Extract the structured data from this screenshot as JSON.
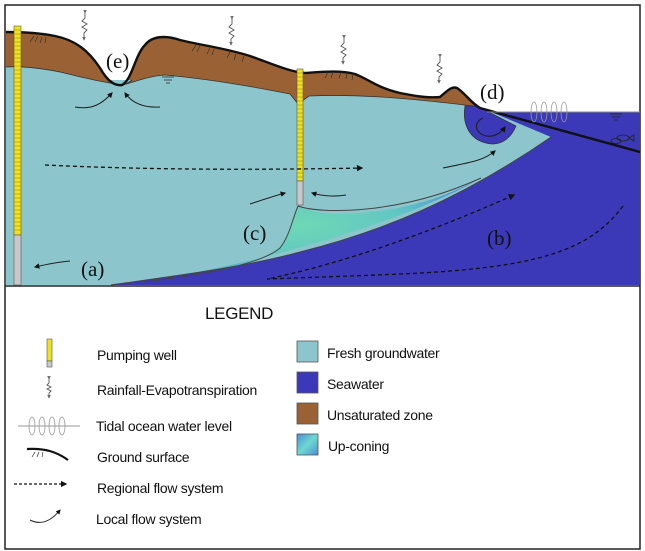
{
  "diagram": {
    "labels": {
      "a": "(a)",
      "b": "(b)",
      "c": "(c)",
      "d": "(d)",
      "e": "(e)"
    },
    "colors": {
      "fresh_groundwater": "#8cc6cc",
      "seawater": "#3b39b8",
      "unsaturated_zone": "#9a6234",
      "upconing_center": "#6ed8b4",
      "upconing_edge": "#4a8fd6",
      "well_screen": "#f2e21a",
      "well_casing": "#c8c8c8"
    }
  },
  "legend": {
    "title": "LEGEND",
    "symbols": [
      {
        "icon": "pumping-well-icon",
        "label": "Pumping well"
      },
      {
        "icon": "rainfall-evapotranspiration-icon",
        "label": "Rainfall-Evapotranspiration"
      },
      {
        "icon": "tidal-wave-icon",
        "label": "Tidal ocean water level"
      },
      {
        "icon": "ground-surface-icon",
        "label": "Ground surface"
      },
      {
        "icon": "dashed-arrow-icon",
        "label": "Regional flow system"
      },
      {
        "icon": "curved-arrow-icon",
        "label": "Local flow system"
      }
    ],
    "zones": [
      {
        "label": "Fresh groundwater",
        "color": "#8cc6cc"
      },
      {
        "label": "Seawater",
        "color": "#3b39b8"
      },
      {
        "label": "Unsaturated zone",
        "color": "#9a6234"
      },
      {
        "label": "Up-coning",
        "color": "#5fbcd0"
      }
    ]
  }
}
